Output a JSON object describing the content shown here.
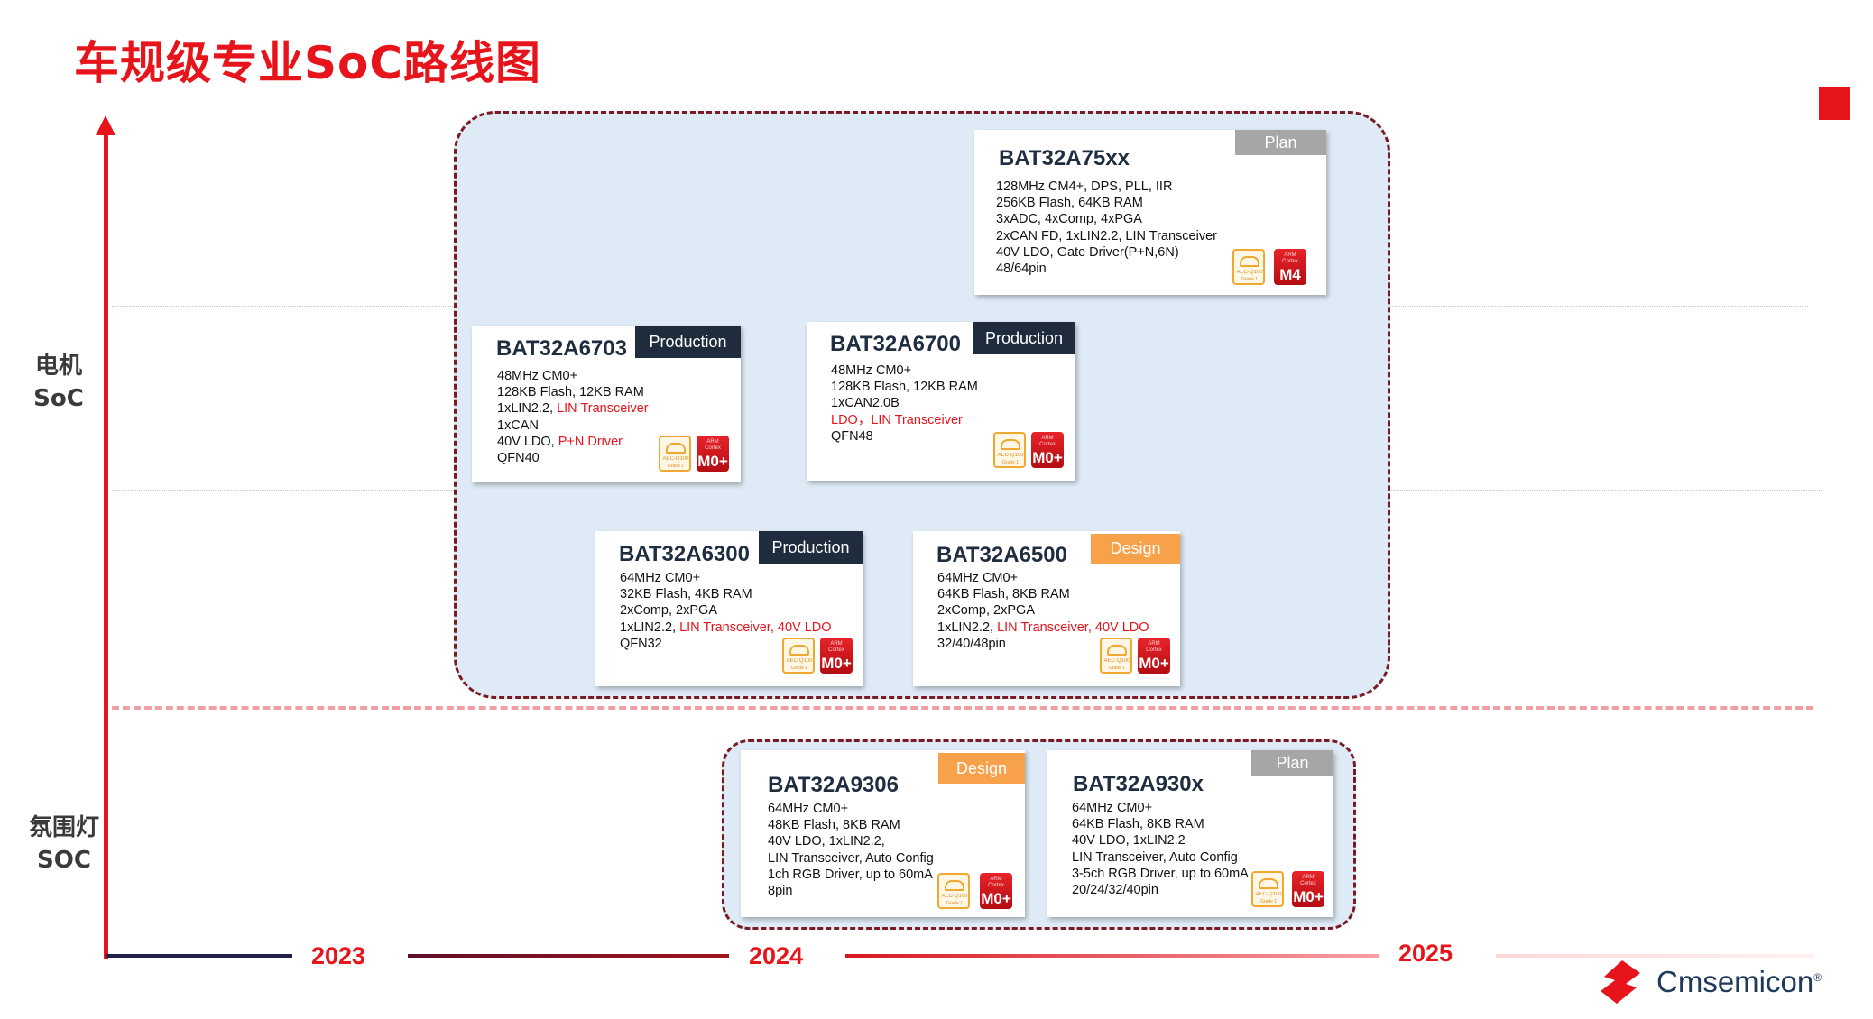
{
  "title": "车规级专业SoC路线图",
  "rows": {
    "motor": [
      "电机",
      "SoC"
    ],
    "ambient": [
      "氛围灯",
      "SOC"
    ]
  },
  "timeline": [
    "2023",
    "2024",
    "2025"
  ],
  "badges": {
    "production": "Production",
    "design": "Design",
    "plan": "Plan"
  },
  "cert_logos": {
    "auto": {
      "icon": "car-icon",
      "line1": "AEC-Q100",
      "line2": "Grade 1",
      "color": "#f0a830"
    },
    "arm": {
      "line1": "ARM",
      "line2": "Cortex"
    }
  },
  "cards": [
    {
      "name": "BAT32A75xx",
      "status": "plan",
      "core": "M4",
      "lines": [
        [
          {
            "t": "128MHz CM4+, DPS, PLL, IIR"
          }
        ],
        [
          {
            "t": "256KB Flash, 64KB RAM"
          }
        ],
        [
          {
            "t": "3xADC, 4xComp, 4xPGA"
          }
        ],
        [
          {
            "t": "2xCAN FD, 1xLIN2.2, LIN Transceiver"
          }
        ],
        [
          {
            "t": "40V LDO, Gate Driver(P+N,6N)"
          }
        ],
        [
          {
            "t": "48/64pin"
          }
        ]
      ]
    },
    {
      "name": "BAT32A6703",
      "status": "production",
      "core": "M0+",
      "lines": [
        [
          {
            "t": "48MHz CM0+"
          }
        ],
        [
          {
            "t": "128KB Flash, 12KB RAM"
          }
        ],
        [
          {
            "t": "1xLIN2.2, "
          },
          {
            "t": "LIN Transceiver",
            "r": true
          }
        ],
        [
          {
            "t": "1xCAN"
          }
        ],
        [
          {
            "t": "40V LDO, "
          },
          {
            "t": "P+N Driver",
            "r": true
          }
        ],
        [
          {
            "t": "QFN40"
          }
        ]
      ]
    },
    {
      "name": "BAT32A6700",
      "status": "production",
      "core": "M0+",
      "lines": [
        [
          {
            "t": "48MHz CM0+"
          }
        ],
        [
          {
            "t": "128KB Flash, 12KB RAM"
          }
        ],
        [
          {
            "t": "1xCAN2.0B"
          }
        ],
        [
          {
            "t": "LDO，LIN Transceiver",
            "r": true
          }
        ],
        [
          {
            "t": "QFN48"
          }
        ]
      ]
    },
    {
      "name": "BAT32A6300",
      "status": "production",
      "core": "M0+",
      "lines": [
        [
          {
            "t": "64MHz CM0+"
          }
        ],
        [
          {
            "t": "32KB Flash, 4KB RAM"
          }
        ],
        [
          {
            "t": "2xComp, 2xPGA"
          }
        ],
        [
          {
            "t": "1xLIN2.2, "
          },
          {
            "t": "LIN Transceiver, 40V LDO",
            "r": true
          }
        ],
        [
          {
            "t": "QFN32"
          }
        ]
      ]
    },
    {
      "name": "BAT32A6500",
      "status": "design",
      "core": "M0+",
      "lines": [
        [
          {
            "t": "64MHz CM0+"
          }
        ],
        [
          {
            "t": "64KB Flash, 8KB RAM"
          }
        ],
        [
          {
            "t": "2xComp, 2xPGA"
          }
        ],
        [
          {
            "t": "1xLIN2.2, "
          },
          {
            "t": "LIN Transceiver, 40V LDO",
            "r": true
          }
        ],
        [
          {
            "t": "32/40/48pin"
          }
        ]
      ]
    },
    {
      "name": "BAT32A9306",
      "status": "design",
      "core": "M0+",
      "lines": [
        [
          {
            "t": "64MHz  CM0+"
          }
        ],
        [
          {
            "t": "48KB Flash, 8KB RAM"
          }
        ],
        [
          {
            "t": "40V LDO, 1xLIN2.2,"
          }
        ],
        [
          {
            "t": "LIN Transceiver, Auto Config"
          }
        ],
        [
          {
            "t": "1ch RGB Driver, up to 60mA"
          }
        ],
        [
          {
            "t": "8pin"
          }
        ]
      ]
    },
    {
      "name": "BAT32A930x",
      "status": "plan",
      "core": "M0+",
      "lines": [
        [
          {
            "t": "64MHz CM0+"
          }
        ],
        [
          {
            "t": "64KB Flash, 8KB RAM"
          }
        ],
        [
          {
            "t": "40V LDO, 1xLIN2.2"
          }
        ],
        [
          {
            "t": "LIN Transceiver, Auto Config"
          }
        ],
        [
          {
            "t": "3-5ch RGB Driver, up to 60mA"
          }
        ],
        [
          {
            "t": "20/24/32/40pin"
          }
        ]
      ]
    }
  ],
  "colors": {
    "accent": "#e8141c",
    "production": "#1e2c3e",
    "design": "#f7a24a",
    "plan": "#a6a6a6",
    "group_fill": "#deebf6",
    "group_border": "#7a1a22"
  },
  "brand": {
    "name": "Cmsemicon",
    "reg": "®"
  }
}
